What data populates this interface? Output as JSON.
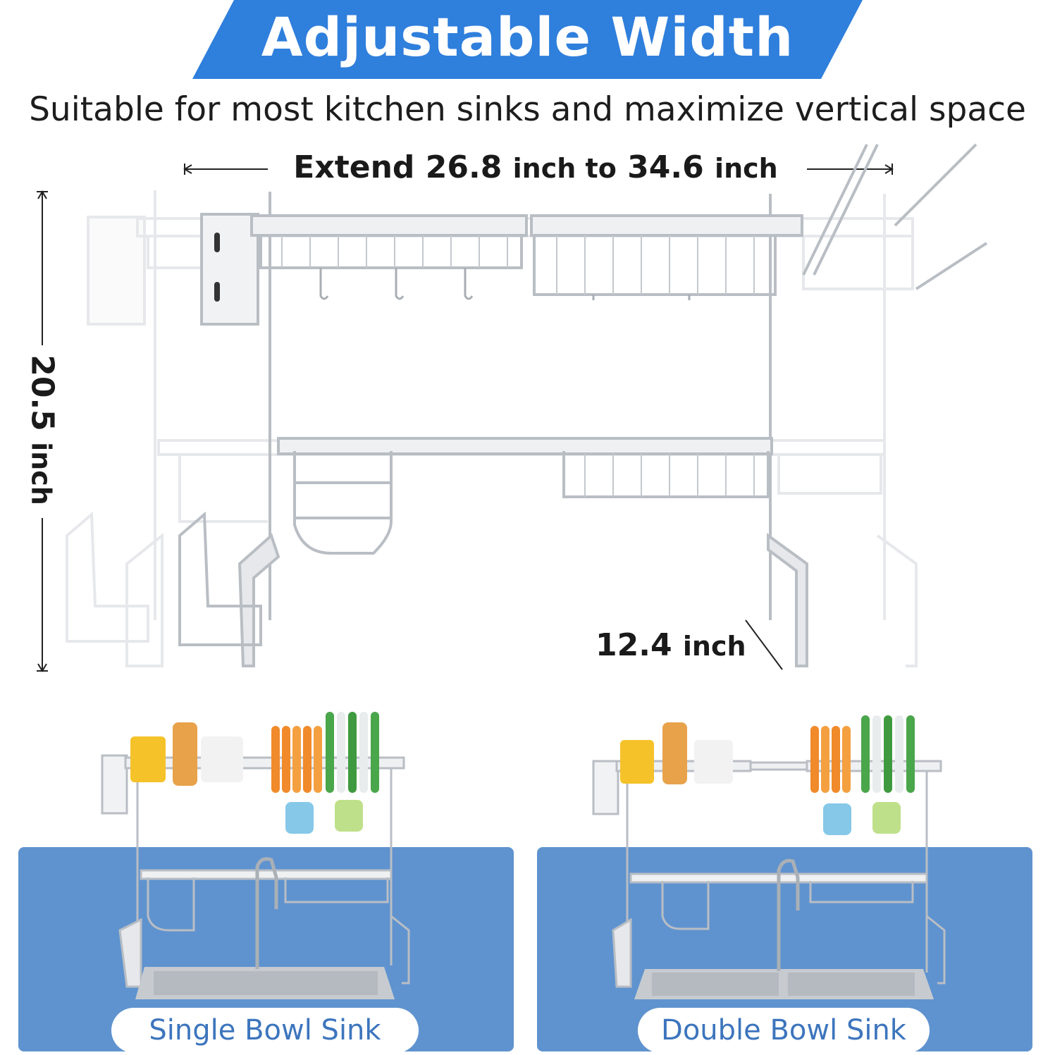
{
  "header": {
    "title": "Adjustable Width",
    "subtitle": "Suitable for most kitchen sinks and maximize vertical space"
  },
  "dimensions": {
    "width_prefix": "Extend",
    "width_min": "26.8",
    "width_unit_1": "inch to",
    "width_max": "34.6",
    "width_unit_2": "inch",
    "height_value": "20.5",
    "height_unit": "inch",
    "depth_value": "12.4",
    "depth_unit": "inch"
  },
  "sink_options": [
    {
      "label": "Single Bowl Sink"
    },
    {
      "label": "Double Bowl Sink"
    }
  ],
  "colors": {
    "banner": "#2f7fdc",
    "panel": "#5f93cf",
    "pill_text": "#3d75bd",
    "steel": "#c9cdd2"
  }
}
